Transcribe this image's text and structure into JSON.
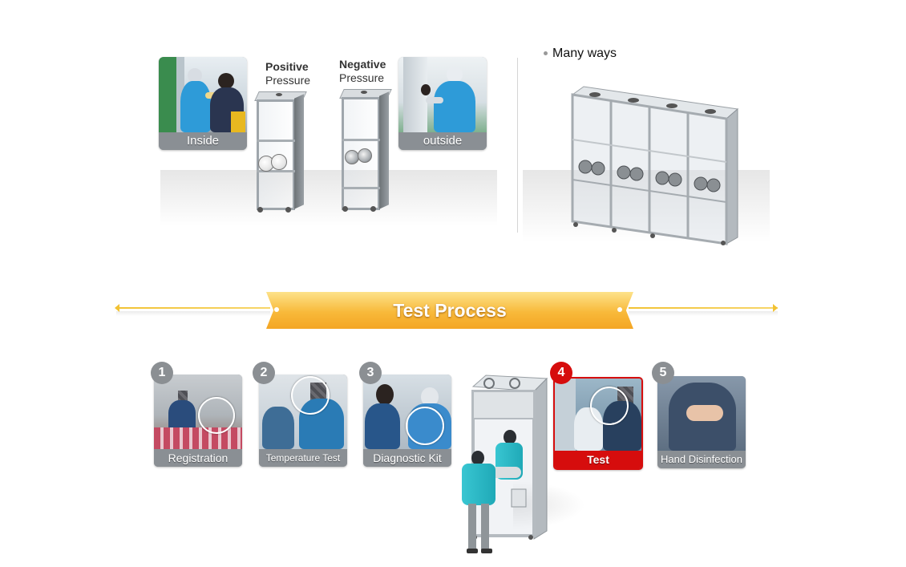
{
  "top": {
    "inside_caption": "Inside",
    "outside_caption": "outside",
    "positive": {
      "line1": "Positive",
      "line2": "Pressure"
    },
    "negative": {
      "line1": "Negative",
      "line2": "Pressure"
    },
    "many_ways": "Many ways"
  },
  "banner": {
    "title": "Test Process"
  },
  "steps": [
    {
      "num": "1",
      "label": "Registration",
      "active": false
    },
    {
      "num": "2",
      "label": "Temperature Test",
      "active": false
    },
    {
      "num": "3",
      "label": "Diagnostic Kit",
      "active": false
    },
    {
      "num": "4",
      "label": "Test",
      "active": true
    },
    {
      "num": "5",
      "label": "Hand Disinfection",
      "active": false
    }
  ],
  "colors": {
    "accent_red": "#d60d0d",
    "banner_orange": "#f8b93a",
    "banner_line": "#f2c233",
    "mannequin_cyan": "#2bbac6"
  },
  "icons": {
    "bullet": "bullet-dot-icon"
  }
}
